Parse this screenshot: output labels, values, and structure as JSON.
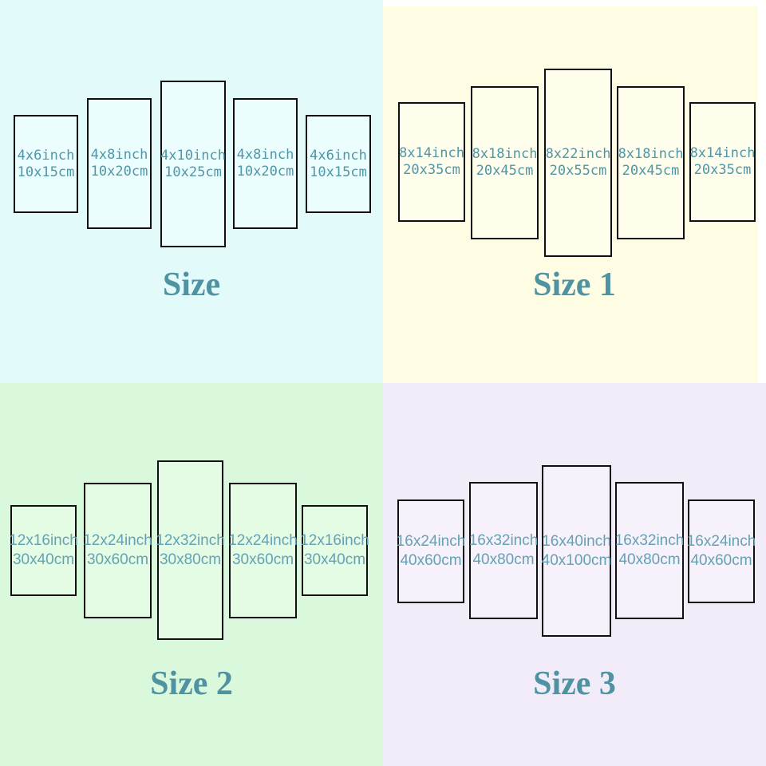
{
  "colors": {
    "quadrant_cyan_bg": "#e2faf9",
    "quadrant_cream_bg": "#fffce4",
    "quadrant_green_bg": "#daf8db",
    "quadrant_lavender_bg": "#f1ecf7",
    "panel_border": "#101010",
    "panel_text_top": "#4e96a8",
    "panel_text_bottom": "#65a1b4",
    "title_text": "#4f93a3",
    "edge_strip": "#ffffff"
  },
  "quadrants": [
    {
      "title": "Size",
      "panels": [
        {
          "inch": "4x6inch",
          "cm": "10x15cm"
        },
        {
          "inch": "4x8inch",
          "cm": "10x20cm"
        },
        {
          "inch": "4x10inch",
          "cm": "10x25cm"
        },
        {
          "inch": "4x8inch",
          "cm": "10x20cm"
        },
        {
          "inch": "4x6inch",
          "cm": "10x15cm"
        }
      ]
    },
    {
      "title": "Size 1",
      "panels": [
        {
          "inch": "8x14inch",
          "cm": "20x35cm"
        },
        {
          "inch": "8x18inch",
          "cm": "20x45cm"
        },
        {
          "inch": "8x22inch",
          "cm": "20x55cm"
        },
        {
          "inch": "8x18inch",
          "cm": "20x45cm"
        },
        {
          "inch": "8x14inch",
          "cm": "20x35cm"
        }
      ]
    },
    {
      "title": "Size 2",
      "panels": [
        {
          "inch": "12x16inch",
          "cm": "30x40cm"
        },
        {
          "inch": "12x24inch",
          "cm": "30x60cm"
        },
        {
          "inch": "12x32inch",
          "cm": "30x80cm"
        },
        {
          "inch": "12x24inch",
          "cm": "30x60cm"
        },
        {
          "inch": "12x16inch",
          "cm": "30x40cm"
        }
      ]
    },
    {
      "title": "Size 3",
      "panels": [
        {
          "inch": "16x24inch",
          "cm": "40x60cm"
        },
        {
          "inch": "16x32inch",
          "cm": "40x80cm"
        },
        {
          "inch": "16x40inch",
          "cm": "40x100cm"
        },
        {
          "inch": "16x32inch",
          "cm": "40x80cm"
        },
        {
          "inch": "16x24inch",
          "cm": "40x60cm"
        }
      ]
    }
  ]
}
